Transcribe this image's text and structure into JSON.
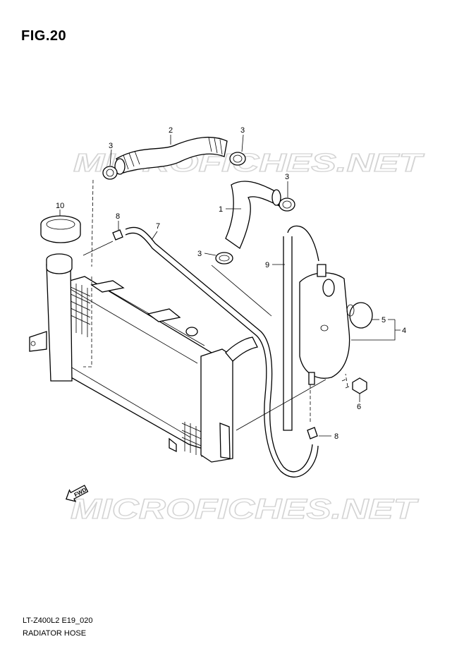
{
  "figure": {
    "title": "FIG.20"
  },
  "footer": {
    "code": "LT-Z400L2 E19_020",
    "name": "RADIATOR HOSE"
  },
  "watermarks": [
    "MICROFICHES.NET",
    "MICROFICHES.NET"
  ],
  "direction_label": "FWD",
  "callouts": [
    "1",
    "2",
    "3",
    "3",
    "3",
    "3",
    "4",
    "5",
    "6",
    "7",
    "8",
    "8",
    "9",
    "10"
  ]
}
